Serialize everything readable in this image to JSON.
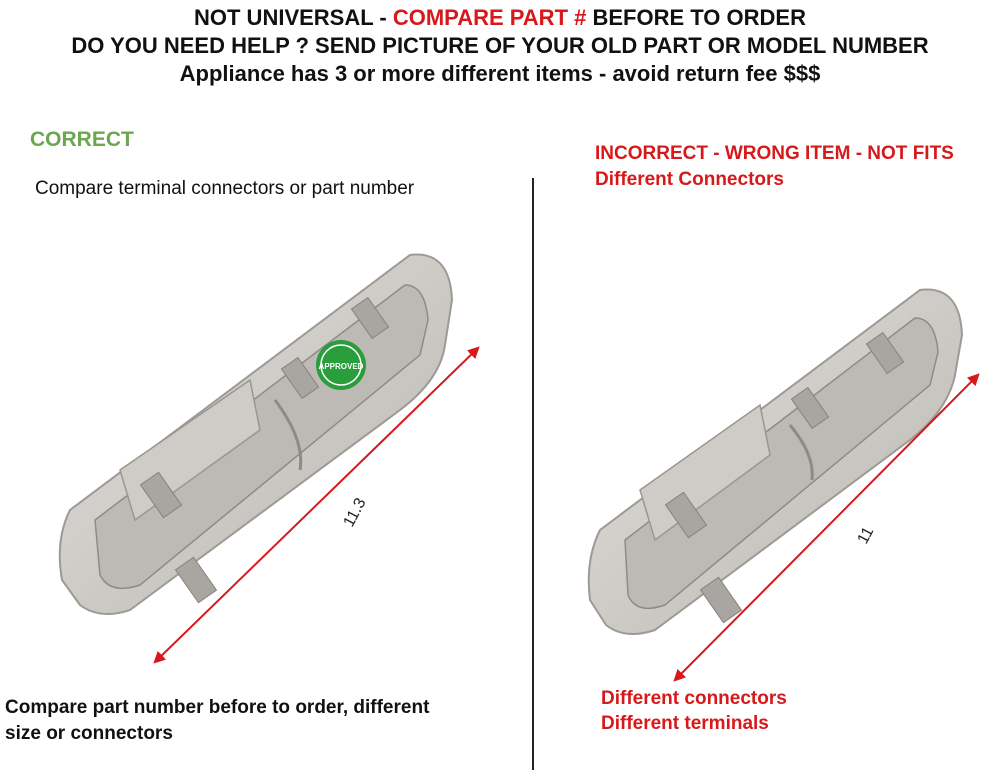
{
  "header": {
    "line1_prefix": "NOT UNIVERSAL - ",
    "line1_highlight": "COMPARE PART #",
    "line1_suffix": " BEFORE TO ORDER",
    "line2": "DO YOU NEED HELP ? SEND PICTURE OF YOUR OLD PART OR MODEL NUMBER",
    "line3": "Appliance has 3 or more different items  - avoid return fee $$$"
  },
  "left": {
    "status": "CORRECT",
    "instruction": "Compare terminal connectors or part number",
    "measurement": "11.3",
    "badge_text": "APPROVED",
    "footer_line1": "Compare part number before to order, different",
    "footer_line2": "size or connectors"
  },
  "right": {
    "status": "INCORRECT - WRONG ITEM - NOT FITS",
    "subtitle": "Different Connectors",
    "measurement": "11",
    "footer_line1": "Different connectors",
    "footer_line2": "Different terminals"
  },
  "colors": {
    "red": "#d7191c",
    "green": "#6aa84f",
    "part_gray": "#c9c7c3"
  }
}
